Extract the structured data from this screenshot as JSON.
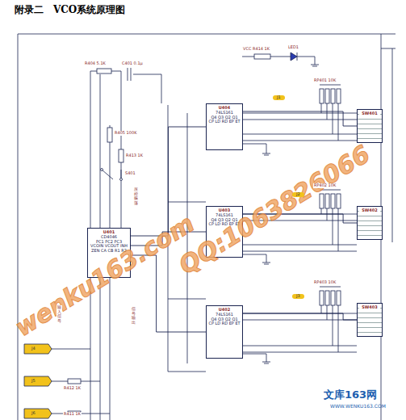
{
  "diagram": {
    "title": "附录二　VCO系统原理图",
    "nodes": [
      {
        "text": [
          "U401",
          "CD4046",
          "PC1 PC2 PC3 VCOIN VCOUT INH ZEN CA CB R1 R2"
        ]
      },
      {
        "text": [
          "U404",
          "74LS161",
          "Q4 Q3 Q2 Q1 CP LD RD EP ET"
        ]
      },
      {
        "text": [
          "U403",
          "74LS161",
          "Q4 Q3 Q2 Q1 CP LD RD EP ET"
        ]
      },
      {
        "text": [
          "U402",
          "74LS161",
          "Q4 Q3 Q2 Q1 CP LD RD EP ET"
        ]
      },
      {
        "text": [
          "SW401"
        ]
      },
      {
        "text": [
          "SW402"
        ]
      },
      {
        "text": [
          "SW403"
        ]
      }
    ],
    "edges": [
      {
        "from": 0,
        "to": 1,
        "arrow": "none"
      },
      {
        "from": 0,
        "to": 2,
        "arrow": "none"
      },
      {
        "from": 0,
        "to": 3,
        "arrow": "none"
      },
      {
        "from": 1,
        "to": 4,
        "arrow": "none"
      },
      {
        "from": 2,
        "to": 5,
        "arrow": "none"
      },
      {
        "from": 3,
        "to": 6,
        "arrow": "none"
      }
    ],
    "labels": [
      "wenku163.com",
      "QQ:1063826066",
      "VCC",
      "R414 1K",
      "LED1",
      "J1",
      "J2",
      "J3",
      "J4",
      "J5",
      "J6",
      "R404 5.1K",
      "C401 0.1μ",
      "R405 100K",
      "R413 1K",
      "S401",
      "R412 1K",
      "R411 1K",
      "RP401 10K",
      "RP402 10K",
      "RP403 10K",
      "输入信号",
      "信号输出",
      "压控振荡",
      "文库163网",
      "WWW.WENKU163.COM"
    ]
  }
}
